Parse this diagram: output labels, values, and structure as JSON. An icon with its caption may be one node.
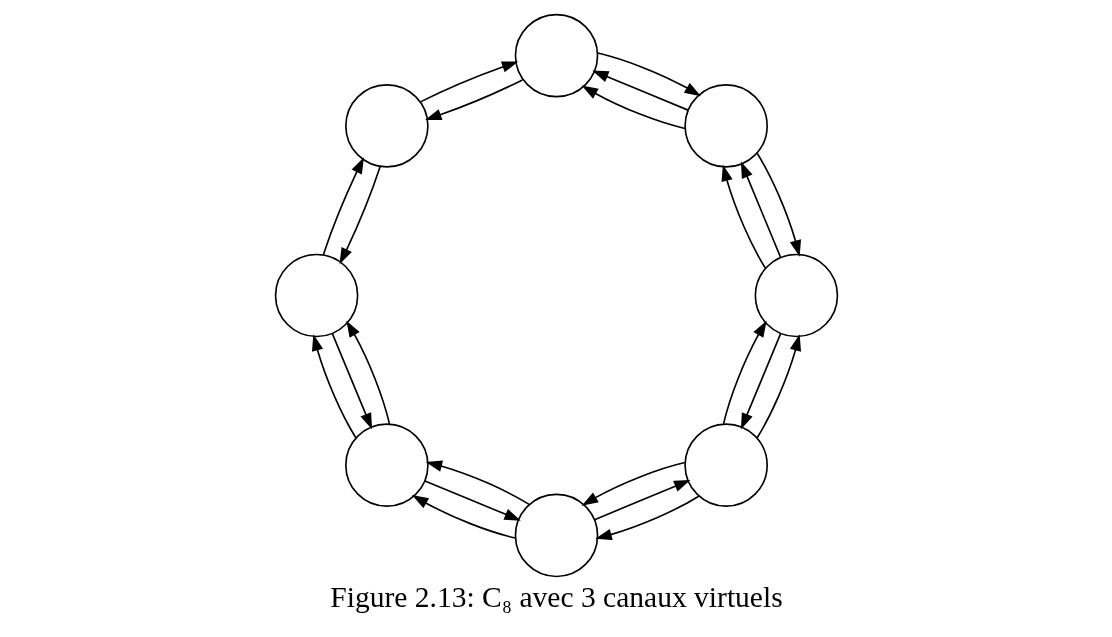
{
  "diagram": {
    "caption": "Figure 2.13: C₈ avec 3 canaux virtuels",
    "nodes": [
      {
        "text": [],
        "shape": "circle"
      },
      {
        "text": [],
        "shape": "circle"
      },
      {
        "text": [],
        "shape": "circle"
      },
      {
        "text": [],
        "shape": "circle"
      },
      {
        "text": [],
        "shape": "circle"
      },
      {
        "text": [],
        "shape": "circle"
      },
      {
        "text": [],
        "shape": "circle"
      },
      {
        "text": [],
        "shape": "circle"
      }
    ],
    "edges": [
      {
        "from": 0,
        "to": 1,
        "arrow": "to"
      },
      {
        "from": 0,
        "to": 1,
        "arrow": "to"
      },
      {
        "from": 1,
        "to": 0,
        "arrow": "to"
      },
      {
        "from": 1,
        "to": 2,
        "arrow": "to"
      },
      {
        "from": 1,
        "to": 2,
        "arrow": "to"
      },
      {
        "from": 2,
        "to": 1,
        "arrow": "to"
      },
      {
        "from": 2,
        "to": 3,
        "arrow": "to"
      },
      {
        "from": 2,
        "to": 3,
        "arrow": "to"
      },
      {
        "from": 3,
        "to": 2,
        "arrow": "to"
      },
      {
        "from": 3,
        "to": 4,
        "arrow": "to"
      },
      {
        "from": 4,
        "to": 3,
        "arrow": "to"
      },
      {
        "from": 4,
        "to": 5,
        "arrow": "to"
      },
      {
        "from": 5,
        "to": 4,
        "arrow": "to"
      },
      {
        "from": 6,
        "to": 5,
        "arrow": "to"
      },
      {
        "from": 6,
        "to": 5,
        "arrow": "to"
      },
      {
        "from": 5,
        "to": 6,
        "arrow": "to"
      },
      {
        "from": 7,
        "to": 6,
        "arrow": "to"
      },
      {
        "from": 7,
        "to": 6,
        "arrow": "to"
      },
      {
        "from": 6,
        "to": 7,
        "arrow": "to"
      },
      {
        "from": 0,
        "to": 7,
        "arrow": "to"
      },
      {
        "from": 0,
        "to": 7,
        "arrow": "to"
      },
      {
        "from": 7,
        "to": 0,
        "arrow": "to"
      }
    ]
  }
}
